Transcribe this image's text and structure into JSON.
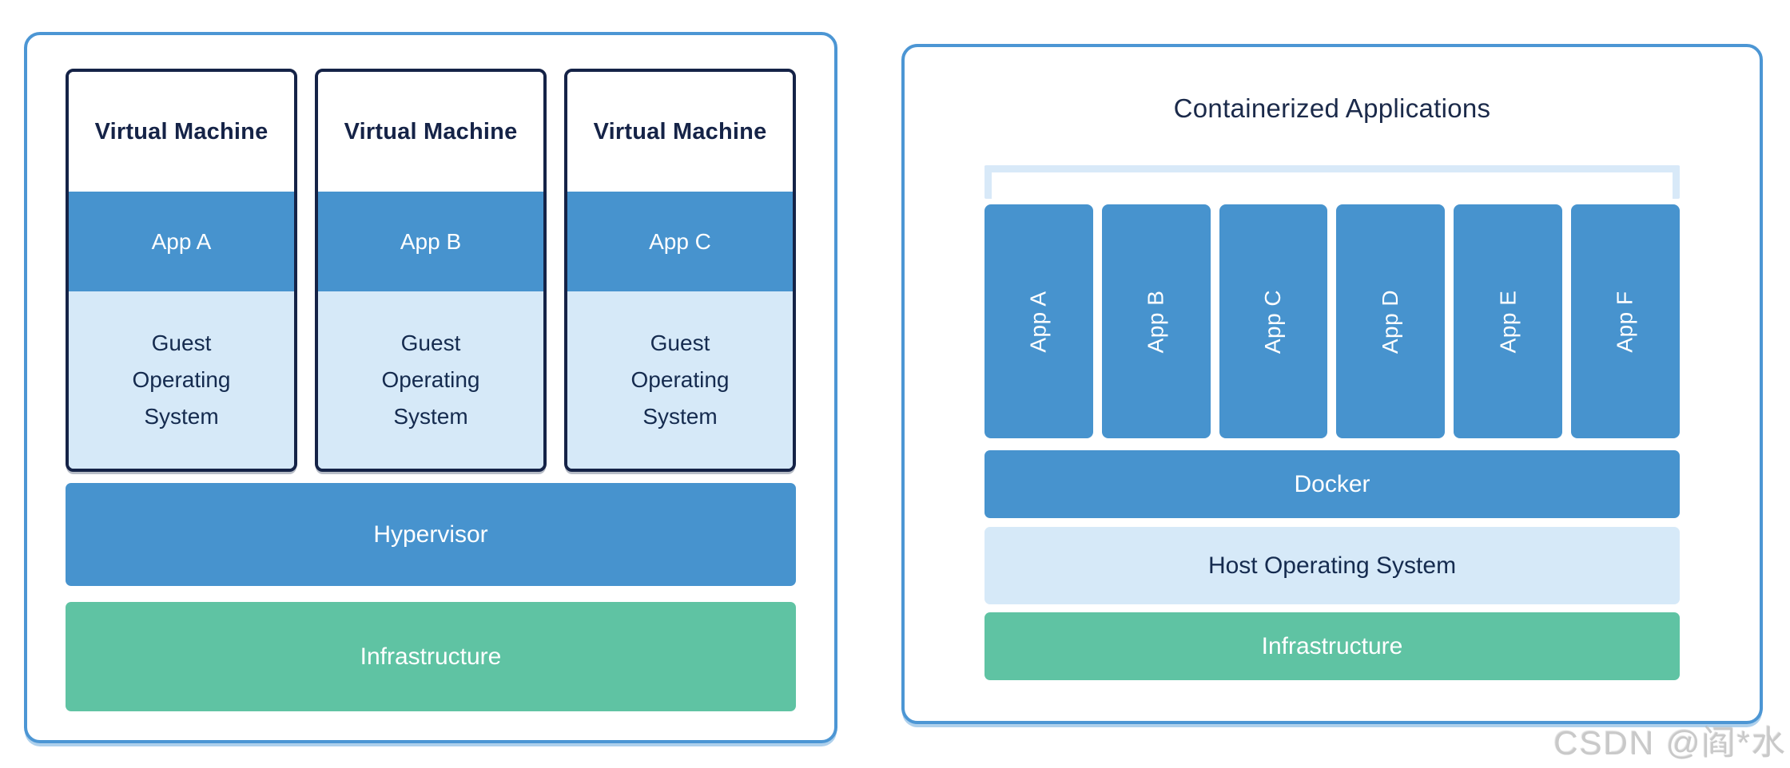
{
  "left_panel": {
    "vms": [
      {
        "title": "Virtual Machine",
        "app": "App A",
        "os": "Guest Operating System"
      },
      {
        "title": "Virtual Machine",
        "app": "App B",
        "os": "Guest Operating System"
      },
      {
        "title": "Virtual Machine",
        "app": "App C",
        "os": "Guest Operating System"
      }
    ],
    "hypervisor": "Hypervisor",
    "infrastructure": "Infrastructure"
  },
  "right_panel": {
    "title": "Containerized Applications",
    "apps": [
      "App A",
      "App B",
      "App C",
      "App D",
      "App E",
      "App F"
    ],
    "docker": "Docker",
    "host_os": "Host Operating System",
    "infrastructure": "Infrastructure"
  },
  "watermark": "CSDN @阎*水",
  "colors": {
    "accent_blue": "#4793ce",
    "light_blue": "#d6e9f8",
    "green": "#5fc3a3",
    "navy": "#152347",
    "panel_border": "#4c96d4",
    "bracket": "#d8e9f8",
    "watermark_gray": "#c9c9c9"
  }
}
